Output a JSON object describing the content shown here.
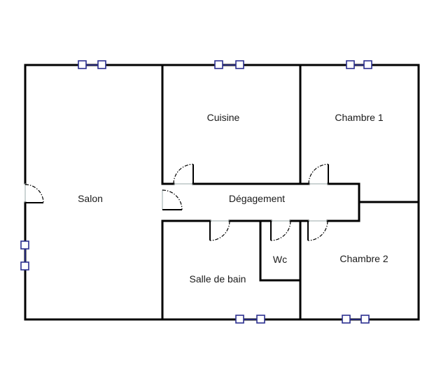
{
  "rooms": {
    "salon": "Salon",
    "cuisine": "Cuisine",
    "chambre1": "Chambre 1",
    "degagement": "Dégagement",
    "chambre2": "Chambre 2",
    "wc": "Wc",
    "salle_de_bain": "Salle de bain"
  },
  "colors": {
    "walls": "#000000",
    "windows": "#2b2f8f",
    "background": "#ffffff"
  },
  "icons": {
    "door": "door-swing-icon",
    "window": "window-icon"
  }
}
